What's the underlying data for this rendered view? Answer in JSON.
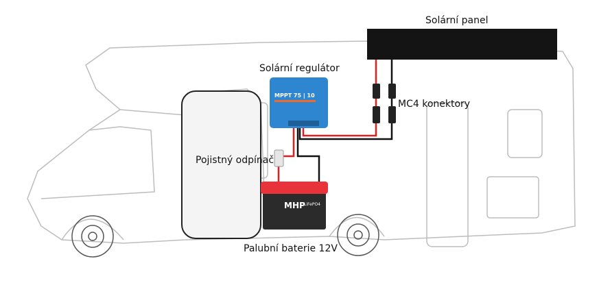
{
  "labels": {
    "solar_panel": "Solární panel",
    "regulator": "Solární regulátor",
    "mc4": "MC4 konektory",
    "fuse": "Pojistný odpínač",
    "battery": "Palubní baterie 12V"
  },
  "devices": {
    "regulator_model": "MPPT 75 | 10",
    "battery_brand": "MHP",
    "battery_chem": "LiFePO4"
  },
  "colors": {
    "wire_positive": "#e02020",
    "wire_negative": "#111111",
    "regulator": "#2f86d0",
    "battery_top": "#e8333a",
    "battery_body": "#2b2b2b",
    "panel": "#141414"
  }
}
